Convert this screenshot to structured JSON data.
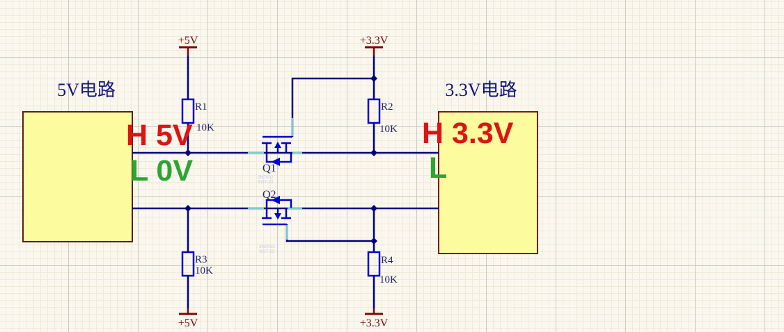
{
  "colors": {
    "background": "#FAF7EE",
    "grid_minor": "#F0EADB",
    "grid_major": "#CCC9C0",
    "wire": "#00007D",
    "highlight": "#78CDD2",
    "symbol": "#0000D0",
    "power": "#7B0808",
    "designator": "#26265E",
    "faint": "#C5CDE2",
    "red": "#DD1414",
    "green": "#2EA434",
    "title": "#14147E",
    "box_fill": "#FCFC9E",
    "box_border_left": "#55211C",
    "box_border_right": "#7A1A1A"
  },
  "blocks": {
    "left_label": "5V电路",
    "right_label": "3.3V电路"
  },
  "power_ports": {
    "top_left": "+5V",
    "top_right": "+3.3V",
    "bottom_left": "+5V",
    "bottom_right": "+3.3V"
  },
  "resistors": {
    "r1": {
      "ref": "R1",
      "value": "10K"
    },
    "r2": {
      "ref": "R2",
      "value": "10K"
    },
    "r3": {
      "ref": "R3",
      "value": "10K"
    },
    "r4": {
      "ref": "R4",
      "value": "10K"
    }
  },
  "transistors": {
    "q1": {
      "ref": "Q1",
      "comment": "2N7002",
      "footprint": "SOT-23"
    },
    "q2": {
      "ref": "Q2",
      "comment": "2N7002",
      "footprint": "SOT-23"
    }
  },
  "annotations": {
    "left_high": "H 5V",
    "left_low": "L 0V",
    "right_high": "H 3.3V",
    "right_low": "L"
  }
}
